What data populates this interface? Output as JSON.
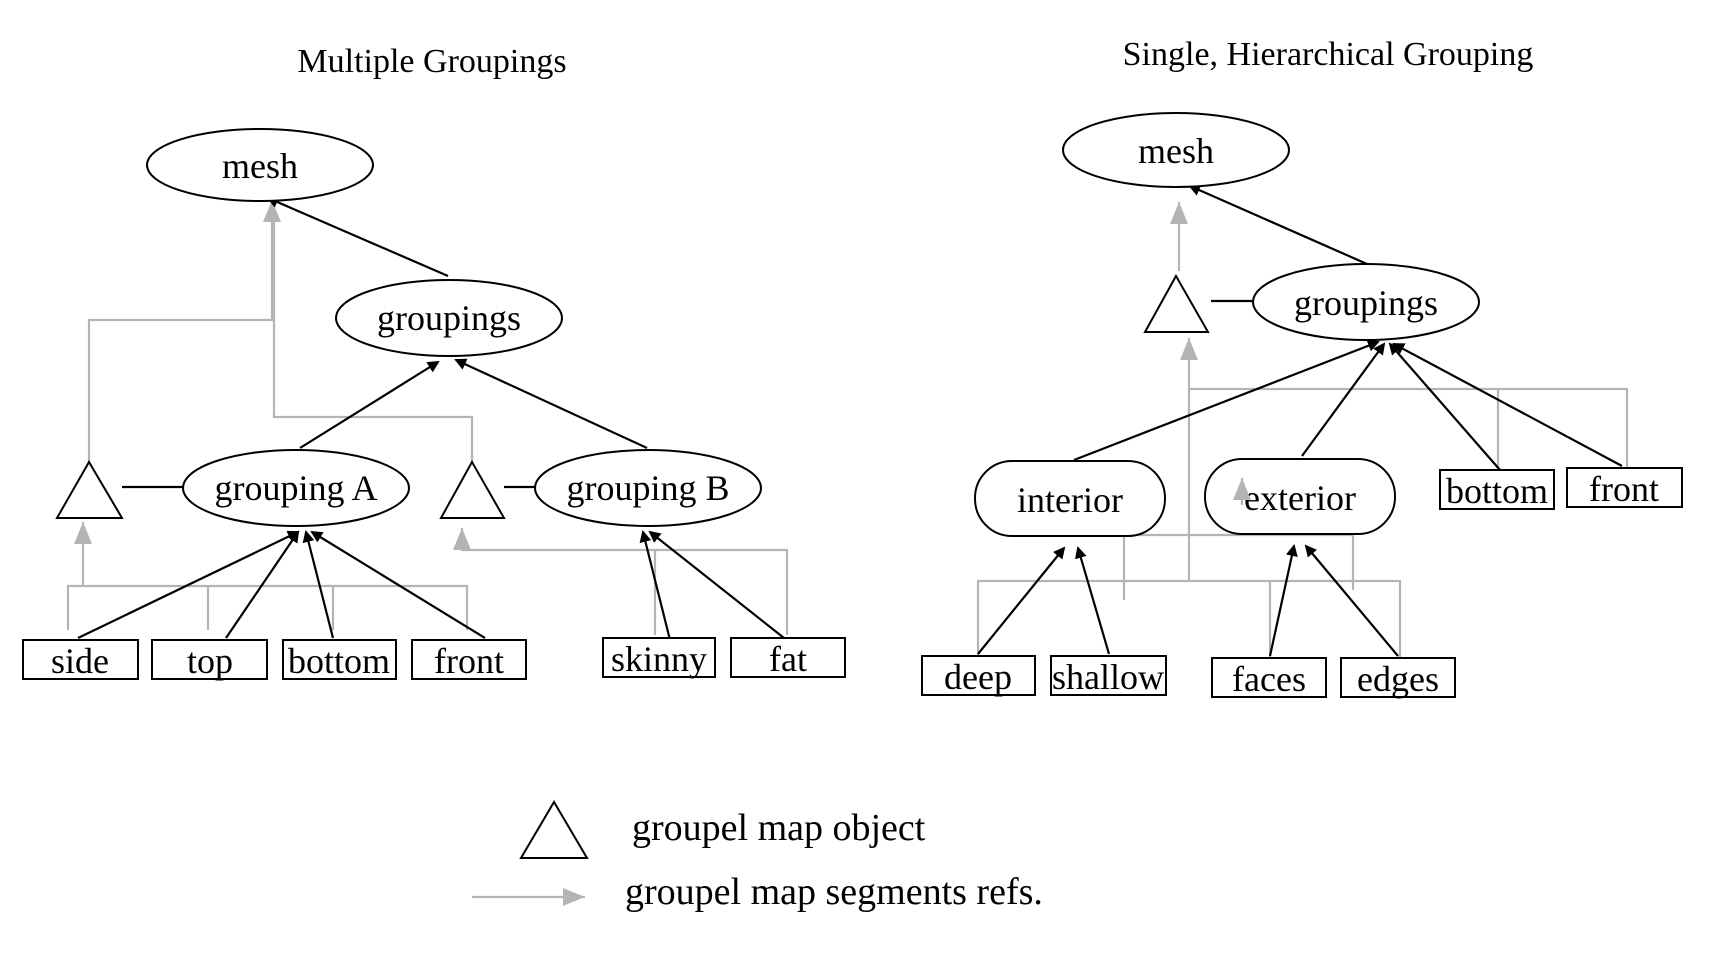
{
  "left": {
    "title": "Multiple Groupings",
    "nodes": {
      "mesh": "mesh",
      "groupings": "groupings",
      "grouping_a": "grouping A",
      "grouping_b": "grouping B"
    },
    "leaves": {
      "side": "side",
      "top": "top",
      "bottom": "bottom",
      "front": "front",
      "skinny": "skinny",
      "fat": "fat"
    }
  },
  "right": {
    "title": "Single, Hierarchical Grouping",
    "nodes": {
      "mesh": "mesh",
      "groupings": "groupings",
      "interior": "interior",
      "exterior": "exterior"
    },
    "leaves": {
      "bottom": "bottom",
      "front": "front",
      "deep": "deep",
      "shallow": "shallow",
      "faces": "faces",
      "edges": "edges"
    }
  },
  "legend": {
    "triangle_label": "groupel map object",
    "arrow_label": "groupel map segments refs."
  },
  "colors": {
    "line": "#000000",
    "segment_ref": "#b4b4b4",
    "background": "#ffffff"
  }
}
